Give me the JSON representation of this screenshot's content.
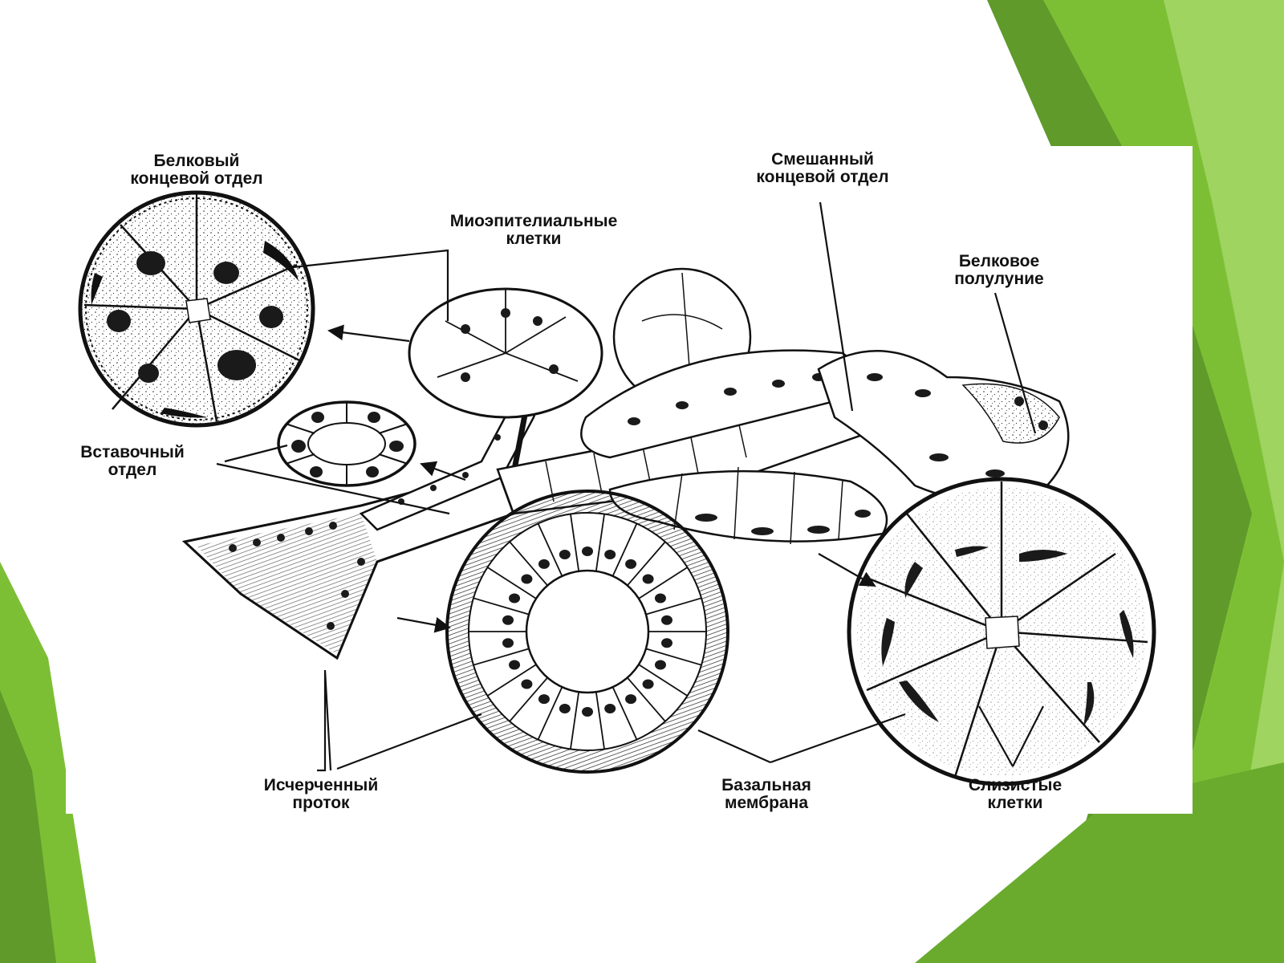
{
  "colors": {
    "accent_green_dark": "#5f9a2a",
    "accent_green": "#7cbf35",
    "accent_green_light": "#a6d96a",
    "ink": "#111111",
    "page": "#ffffff"
  },
  "labels": {
    "serous_endpiece": [
      "Белковый",
      "концевой отдел"
    ],
    "mixed_endpiece": [
      "Смешанный",
      "концевой отдел"
    ],
    "myoepithelial": [
      "Миоэпителиальные",
      "клетки"
    ],
    "serous_demilune": [
      "Белковое",
      "полулуние"
    ],
    "intercalated_duct": [
      "Вставочный",
      "отдел"
    ],
    "striated_duct": [
      "Исчерченный",
      "проток"
    ],
    "basal_membrane": [
      "Базальная",
      "мембрана"
    ],
    "mucous_cells": [
      "Слизистые",
      "клетки"
    ]
  }
}
